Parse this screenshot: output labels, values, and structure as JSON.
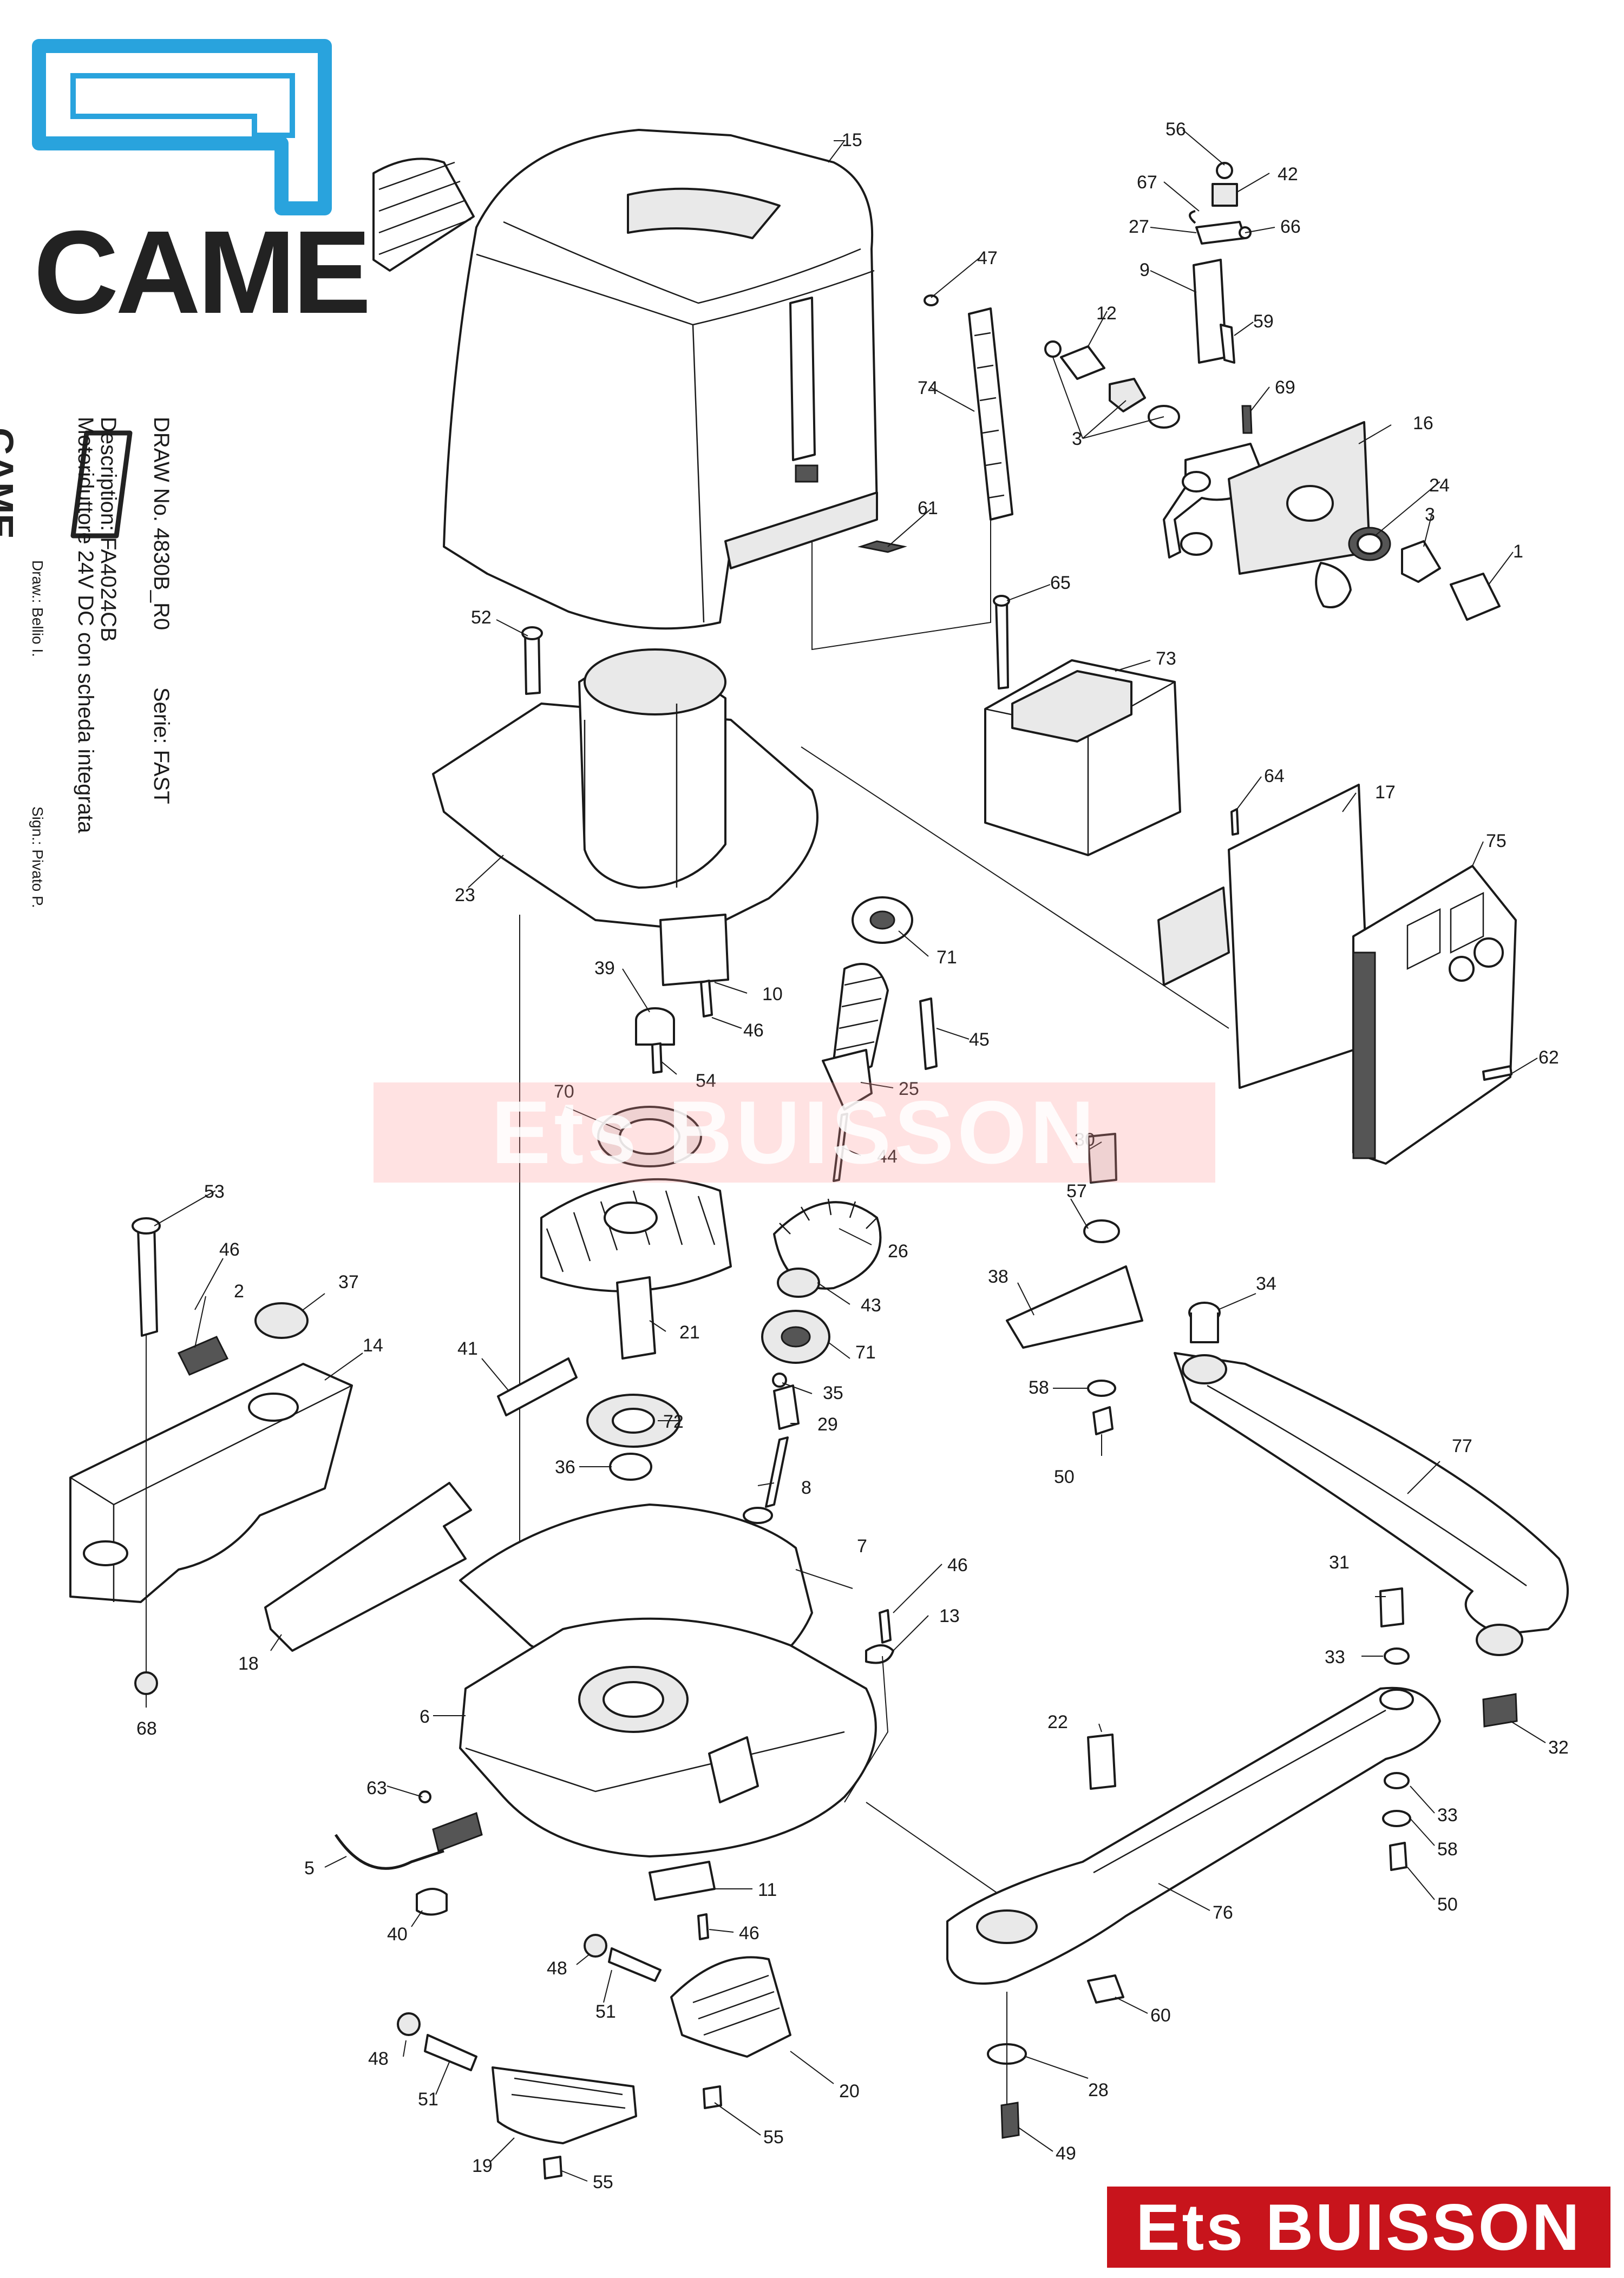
{
  "logo": {
    "wordmark": "CAME",
    "small_wordmark": "CAME",
    "color": "#29a3dd"
  },
  "title_block": {
    "draw_no": "DRAW No. 4830B_R0",
    "serie": "Serie: FAST",
    "description": "Description: FA4024CB",
    "description_line2": "Motoriduttore 24V DC con scheda integrata",
    "draw_by": "Draw.: Bellio I.",
    "sign": "Sign.: Pivato P."
  },
  "watermark": "Ets BUISSON",
  "dealer_stamp": {
    "text": "Ets BUISSON",
    "background": "#c8141c"
  },
  "callouts": [
    "15",
    "56",
    "42",
    "67",
    "27",
    "66",
    "9",
    "47",
    "12",
    "59",
    "74",
    "69",
    "3",
    "16",
    "24",
    "3",
    "1",
    "61",
    "65",
    "52",
    "73",
    "64",
    "17",
    "75",
    "71",
    "23",
    "39",
    "10",
    "46",
    "45",
    "25",
    "54",
    "70",
    "44",
    "30",
    "62",
    "53",
    "57",
    "46",
    "26",
    "2",
    "37",
    "43",
    "38",
    "34",
    "14",
    "21",
    "71",
    "41",
    "35",
    "58",
    "72",
    "29",
    "77",
    "36",
    "8",
    "50",
    "7",
    "46",
    "31",
    "13",
    "33",
    "18",
    "68",
    "6",
    "22",
    "32",
    "63",
    "33",
    "58",
    "5",
    "11",
    "50",
    "40",
    "46",
    "76",
    "48",
    "51",
    "60",
    "20",
    "48",
    "28",
    "51",
    "55",
    "19",
    "55",
    "49"
  ]
}
